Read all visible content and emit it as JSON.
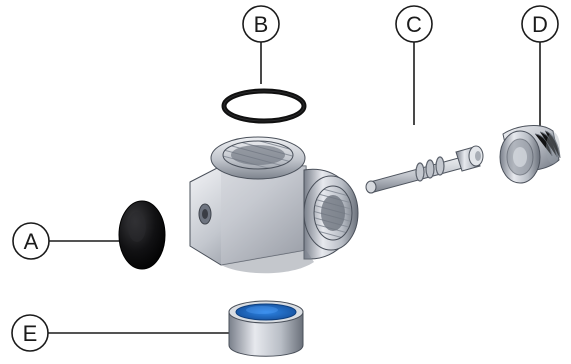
{
  "diagram": {
    "callouts": [
      {
        "id": "A",
        "label": "A"
      },
      {
        "id": "B",
        "label": "B"
      },
      {
        "id": "C",
        "label": "C"
      },
      {
        "id": "D",
        "label": "D"
      },
      {
        "id": "E",
        "label": "E"
      }
    ],
    "colors": {
      "line": "#1b1b1b",
      "metal_light": "#e4e6ea",
      "metal_mid": "#b7bbc3",
      "metal_dark": "#6f7580",
      "rubber": "#0f0f10",
      "blue_seal": "#1f6fd1"
    }
  }
}
